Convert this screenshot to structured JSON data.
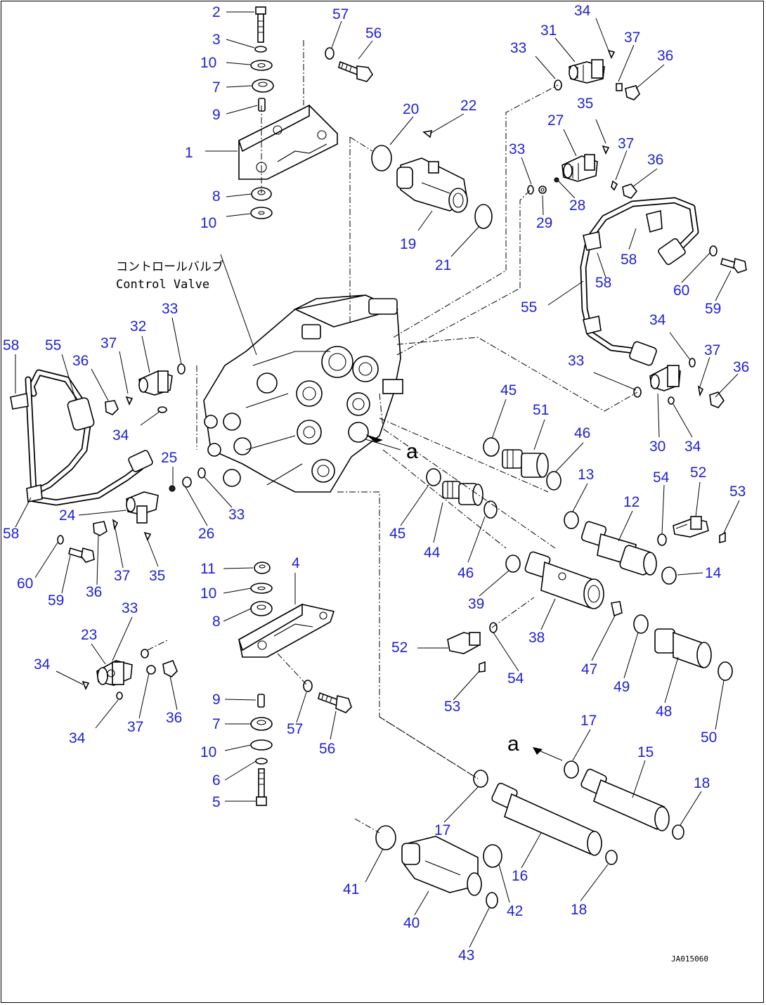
{
  "diagram": {
    "caption_jp": "コントロールバルブ",
    "caption_en": "Control Valve",
    "view_letter": "a",
    "drawing_code": "JA015060"
  },
  "colors": {
    "callout": "#1f1fd6",
    "line": "#000000",
    "background": "#ffffff"
  },
  "callouts": [
    "2",
    "3",
    "10",
    "7",
    "9",
    "1",
    "8",
    "10",
    "57",
    "56",
    "20",
    "22",
    "19",
    "21",
    "34",
    "31",
    "33",
    "37",
    "36",
    "35",
    "27",
    "37",
    "36",
    "33",
    "29",
    "28",
    "58",
    "55",
    "58",
    "60",
    "59",
    "34",
    "33",
    "37",
    "36",
    "30",
    "34",
    "33",
    "32",
    "37",
    "36",
    "34",
    "58",
    "55",
    "58",
    "25",
    "24",
    "26",
    "33",
    "60",
    "59",
    "36",
    "37",
    "35",
    "45",
    "51",
    "46",
    "13",
    "12",
    "54",
    "52",
    "53",
    "45",
    "44",
    "46",
    "14",
    "39",
    "38",
    "47",
    "49",
    "48",
    "11",
    "10",
    "8",
    "4",
    "33",
    "23",
    "34",
    "37",
    "36",
    "34",
    "52",
    "54",
    "53",
    "50",
    "9",
    "7",
    "10",
    "6",
    "5",
    "57",
    "56",
    "17",
    "15",
    "18",
    "17",
    "16",
    "18",
    "41",
    "40",
    "42",
    "43"
  ]
}
